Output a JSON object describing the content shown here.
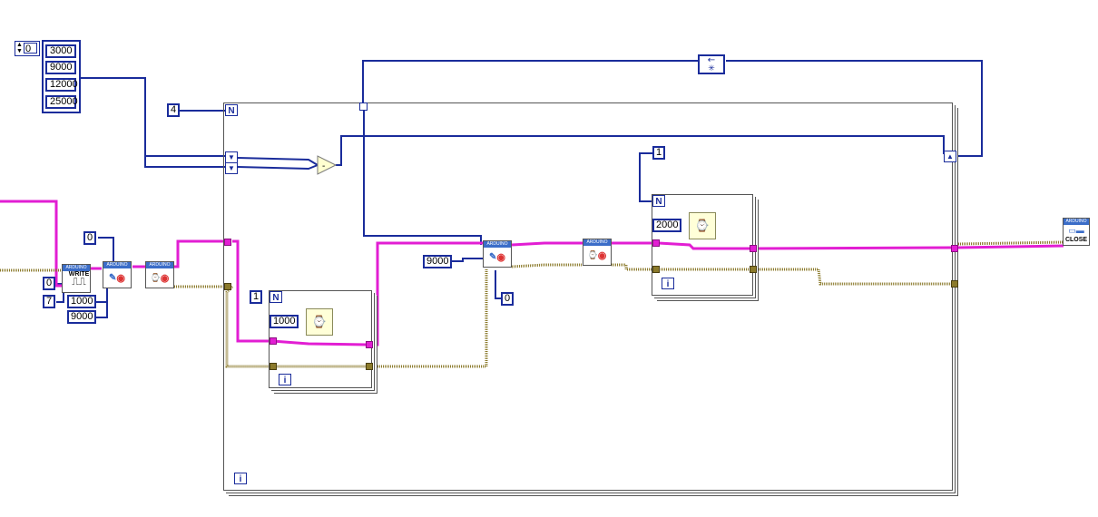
{
  "array_constant": {
    "index": "0",
    "values": [
      "3000",
      "9000",
      "12000",
      "25000"
    ]
  },
  "outer_loop": {
    "count_constant": "4",
    "count_terminal": "N",
    "iteration_terminal": "i"
  },
  "inner_loop_1": {
    "count_constant": "1",
    "count_terminal": "N",
    "wait_ms": "1000",
    "iteration_terminal": "i"
  },
  "inner_loop_2": {
    "count_constant": "1",
    "count_terminal": "N",
    "wait_ms": "2000",
    "iteration_terminal": "i"
  },
  "constants": {
    "duty_left": "0",
    "pin_left_a": "0",
    "pin_left_b": "7",
    "value_1000": "1000",
    "value_9000_left": "9000",
    "value_9000_mid": "9000",
    "value_0_mid": "0"
  },
  "nodes": {
    "arduino_header": "ARDUINO",
    "write_label": "WRITE",
    "close_label": "CLOSE"
  },
  "colors": {
    "wire_numeric": "#1a2c9b",
    "wire_resource": "#e21ed3",
    "wire_error": "#8b7a2b",
    "node_header": "#3b6dc8",
    "wait_bg": "#ffffd8"
  }
}
